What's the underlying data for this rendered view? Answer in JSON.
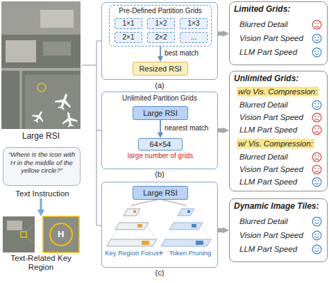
{
  "diagram": {
    "nodes": [
      {
        "text": [
          "Large RSI"
        ]
      },
      {
        "text": [
          "“Where is the icon with H in the middle of the yellow circle?”",
          "Text Instruction"
        ]
      },
      {
        "text": [
          "Text-Related Key Region"
        ]
      },
      {
        "text": [
          "(a)"
        ]
      },
      {
        "text": [
          "Pre-Defined Partition Grids"
        ],
        "in": 3
      },
      {
        "text": [
          "1×1"
        ],
        "in": 4
      },
      {
        "text": [
          "1×2"
        ],
        "in": 4
      },
      {
        "text": [
          "1×3"
        ],
        "in": 4
      },
      {
        "text": [
          "2×1"
        ],
        "in": 4
      },
      {
        "text": [
          "2×2"
        ],
        "in": 4
      },
      {
        "text": [
          "..."
        ],
        "in": 4
      },
      {
        "text": [
          "Resized RSI"
        ],
        "in": 3
      },
      {
        "text": [
          "Unlimited Partition Grids",
          "(b)"
        ]
      },
      {
        "text": [
          "Large RSI"
        ],
        "in": 12
      },
      {
        "text": [
          "64×54",
          "large number of grids"
        ],
        "in": 12
      },
      {
        "text": [
          "(c)"
        ]
      },
      {
        "text": [
          "Large RSI"
        ],
        "in": 15
      },
      {
        "text": [
          "Limited Grids:",
          "Blurred Detail",
          "Vision Part Speed",
          "LLM Part Speed"
        ]
      },
      {
        "text": [
          "Unlimited Grids:",
          "w/o Vis. Compression:",
          "Blurred Detail",
          "Vision Part Speed",
          "LLM Part Speed",
          "w/ Vis. Compression:",
          "Blurred Detail",
          "Vision Part Speed",
          "LLM Part Speed"
        ]
      },
      {
        "text": [
          "Dynamic Image Tiles:",
          "Blurred Detail",
          "Vision Part Speed",
          "LLM Part Speed"
        ]
      }
    ],
    "edges": [
      {
        "from": 1,
        "to": 2,
        "arrow": "to"
      },
      {
        "from": 4,
        "to": 11,
        "label": "best match",
        "arrow": "to"
      },
      {
        "from": 13,
        "to": 14,
        "label": "nearest match",
        "arrow": "to"
      },
      {
        "from": 3,
        "to": 17,
        "arrow": "to"
      },
      {
        "from": 12,
        "to": 18,
        "arrow": "to"
      },
      {
        "from": 15,
        "to": 19,
        "arrow": "to"
      }
    ],
    "labels": [
      "H",
      "Key Region Focus",
      "+",
      "Token Pruning"
    ]
  }
}
